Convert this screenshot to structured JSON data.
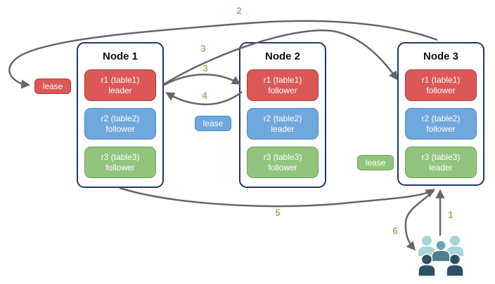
{
  "diagram": {
    "nodes": [
      {
        "title": "Node 1",
        "replicas": [
          {
            "name": "r1 (table1)",
            "role": "leader",
            "color": "#DB5856"
          },
          {
            "name": "r2 (table2)",
            "role": "follower",
            "color": "#6FA8DC"
          },
          {
            "name": "r3 (table3)",
            "role": "follower",
            "color": "#93C47D"
          }
        ]
      },
      {
        "title": "Node 2",
        "replicas": [
          {
            "name": "r1 (table1)",
            "role": "follower",
            "color": "#DB5856"
          },
          {
            "name": "r2 (table2)",
            "role": "leader",
            "color": "#6FA8DC"
          },
          {
            "name": "r3 (table3)",
            "role": "follower",
            "color": "#93C47D"
          }
        ]
      },
      {
        "title": "Node 3",
        "replicas": [
          {
            "name": "r1 (table1)",
            "role": "follower",
            "color": "#DB5856"
          },
          {
            "name": "r2 (table2)",
            "role": "follower",
            "color": "#6FA8DC"
          },
          {
            "name": "r3 (table3)",
            "role": "leader",
            "color": "#93C47D"
          }
        ]
      }
    ],
    "leases": [
      {
        "label": "lease",
        "color": "#DB5856"
      },
      {
        "label": "lease",
        "color": "#6FA8DC"
      },
      {
        "label": "lease",
        "color": "#93C47D"
      }
    ],
    "arrow_steps": {
      "step1": "1",
      "step2": "2",
      "step3a": "3",
      "step3b": "3",
      "step4": "4",
      "step5": "5",
      "step6": "6"
    },
    "users_icon": "user-group",
    "colors": {
      "node_border": "#1F3864",
      "arrow": "#666666",
      "step_label": "#8CBE6E",
      "lease_red": "#DB5856",
      "lease_blue": "#6FA8DC",
      "lease_green": "#93C47D",
      "users_light_teal": "#A6D4D7",
      "users_mid_teal": "#64A5AE",
      "users_mid_body": "#517D8C",
      "users_dark_slate": "#2D5162"
    }
  }
}
